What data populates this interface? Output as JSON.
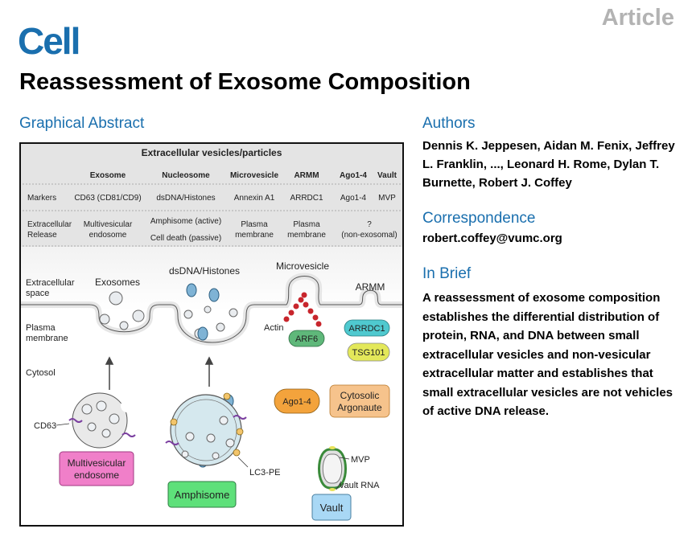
{
  "header": {
    "article_label": "Article",
    "journal": "Cell",
    "title": "Reassessment of Exosome Composition"
  },
  "graphical_abstract": {
    "heading": "Graphical Abstract",
    "table": {
      "title": "Extracellular vesicles/particles",
      "columns": [
        "Exosome",
        "Nucleosome",
        "Microvesicle",
        "ARMM",
        "Ago1-4",
        "Vault"
      ],
      "markers_label": "Markers",
      "markers": [
        "CD63 (CD81/CD9)",
        "dsDNA/Histones",
        "Annexin A1",
        "ARRDC1",
        "Ago1-4",
        "MVP"
      ],
      "release_label": [
        "Extracellular",
        "Release"
      ],
      "release_exosome": [
        "Multivesicular",
        "endosome"
      ],
      "release_nucleosome": [
        "Amphisome (active)",
        "Cell death (passive)"
      ],
      "release_microvesicle": [
        "Plasma",
        "membrane"
      ],
      "release_armm": [
        "Plasma",
        "membrane"
      ],
      "release_ago_vault": [
        "?",
        "(non-exosomal)"
      ]
    },
    "diagram": {
      "extracellular_space": [
        "Extracellular",
        "space"
      ],
      "plasma_membrane": [
        "Plasma",
        "membrane"
      ],
      "cytosol": "Cytosol",
      "exosomes": "Exosomes",
      "dsdna_histones": "dsDNA/Histones",
      "microvesicle": "Microvesicle",
      "armm": "ARMM",
      "actin": "Actin",
      "arf6": "ARF6",
      "arrdc1": "ARRDC1",
      "tsg101": "TSG101",
      "ago": "Ago1-4",
      "cytosolic_argonaute": [
        "Cytosolic",
        "Argonaute"
      ],
      "cd63": "CD63",
      "lc3pe": "LC3-PE",
      "mvp": "MVP",
      "vault_rna": "vault RNA",
      "mve_box": [
        "Multivesicular",
        "endosome"
      ],
      "amphisome_box": "Amphisome",
      "vault_box": "Vault"
    },
    "colors": {
      "arf6": "#5fb87a",
      "arrdc1": "#4fc9cf",
      "tsg101": "#e3e85a",
      "ago": "#f3a33c",
      "argonaute": "#f6c38c",
      "mve": "#f07fc9",
      "amphisome": "#5ee07a",
      "vault": "#a9d8f5",
      "actin": "#c8252c",
      "membrane": "#e9e9e9"
    }
  },
  "authors": {
    "heading": "Authors",
    "names": "Dennis K. Jeppesen, Aidan M. Fenix, Jeffrey L. Franklin, ..., Leonard H. Rome, Dylan T. Burnette, Robert J. Coffey"
  },
  "correspondence": {
    "heading": "Correspondence",
    "email": "robert.coffey@vumc.org"
  },
  "in_brief": {
    "heading": "In Brief",
    "text": "A reassessment of exosome composition establishes the differential distribution of protein, RNA, and DNA between small extracellular vesicles and non-vesicular extracellular matter and establishes that small extracellular vesicles are not vehicles of active DNA release."
  }
}
